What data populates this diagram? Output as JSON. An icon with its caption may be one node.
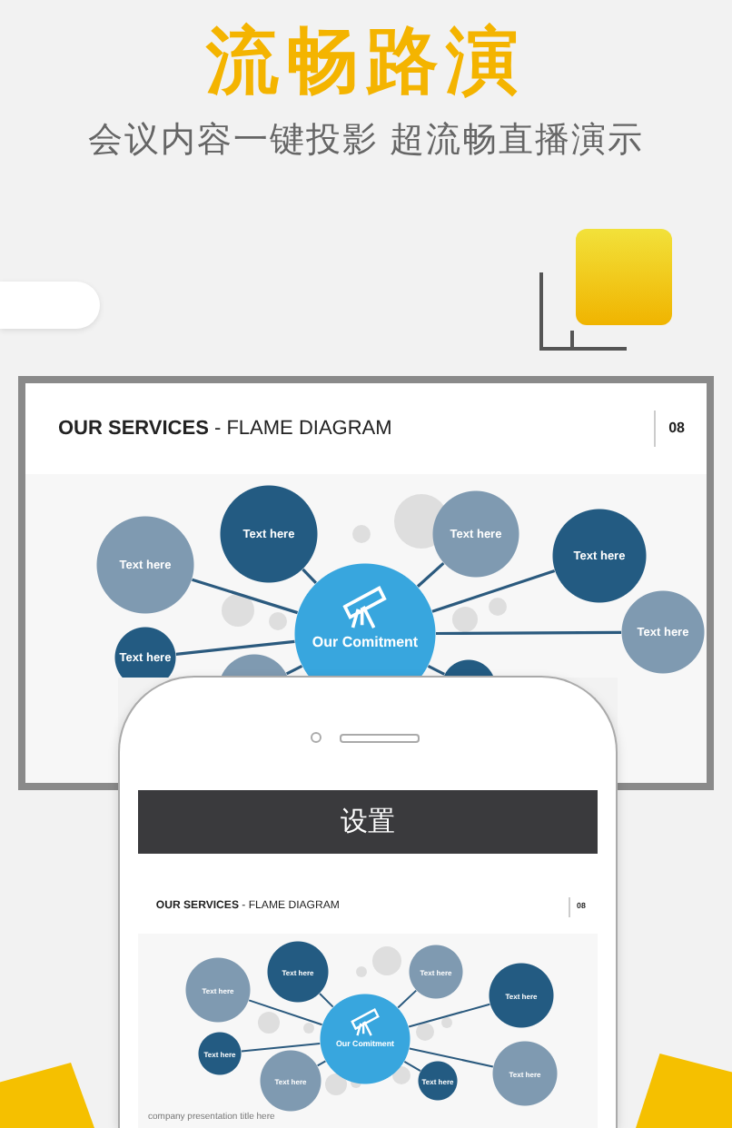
{
  "diagram": {
    "title": "流畅路演",
    "nodes": [
      {
        "text": [
          "**OUR SERVICES** - FLAME DIAGRAM",
          "08"
        ]
      },
      {
        "text": [
          "Our Comitment"
        ],
        "in": 0
      },
      {
        "text": [
          "Text here"
        ],
        "in": 0
      },
      {
        "text": [
          "Text here"
        ],
        "in": 0
      },
      {
        "text": [
          "Text here"
        ],
        "in": 0
      },
      {
        "text": [
          "Text here"
        ],
        "in": 0
      },
      {
        "text": [
          "Text here"
        ],
        "in": 0
      },
      {
        "text": [
          "Text here"
        ],
        "in": 0
      },
      {
        "text": [],
        "shape": "circle",
        "in": 0
      },
      {
        "text": [],
        "shape": "circle",
        "in": 0
      },
      {
        "text": [
          "设置"
        ]
      },
      {
        "text": [
          "**OUR SERVICES** - FLAME DIAGRAM",
          "08",
          "company presentation title here"
        ]
      },
      {
        "text": [
          "Our Comitment"
        ],
        "in": 11
      },
      {
        "text": [
          "Text here"
        ],
        "in": 11
      },
      {
        "text": [
          "Text here"
        ],
        "in": 11
      },
      {
        "text": [
          "Text here"
        ],
        "in": 11
      },
      {
        "text": [
          "Text here"
        ],
        "in": 11
      },
      {
        "text": [
          "Text here"
        ],
        "in": 11
      },
      {
        "text": [
          "Text here"
        ],
        "in": 11
      },
      {
        "text": [
          "Text here"
        ],
        "in": 11
      },
      {
        "text": [
          "Text here"
        ],
        "in": 11
      }
    ],
    "edges": [
      {
        "from": 1,
        "to": 2,
        "arrow": "none"
      },
      {
        "from": 1,
        "to": 3,
        "arrow": "none"
      },
      {
        "from": 1,
        "to": 4,
        "arrow": "none"
      },
      {
        "from": 1,
        "to": 5,
        "arrow": "none"
      },
      {
        "from": 1,
        "to": 6,
        "arrow": "none"
      },
      {
        "from": 1,
        "to": 7,
        "arrow": "none"
      },
      {
        "from": 1,
        "to": 8,
        "arrow": "none"
      },
      {
        "from": 1,
        "to": 9,
        "arrow": "none"
      },
      {
        "from": 12,
        "to": 13,
        "arrow": "none"
      },
      {
        "from": 12,
        "to": 14,
        "arrow": "none"
      },
      {
        "from": 12,
        "to": 15,
        "arrow": "none"
      },
      {
        "from": 12,
        "to": 16,
        "arrow": "none"
      },
      {
        "from": 12,
        "to": 17,
        "arrow": "none"
      },
      {
        "from": 12,
        "to": 18,
        "arrow": "none"
      },
      {
        "from": 12,
        "to": 19,
        "arrow": "none"
      },
      {
        "from": 12,
        "to": 20,
        "arrow": "none"
      }
    ],
    "labels": [
      "会议内容一键投影 超流畅直播演示"
    ]
  }
}
